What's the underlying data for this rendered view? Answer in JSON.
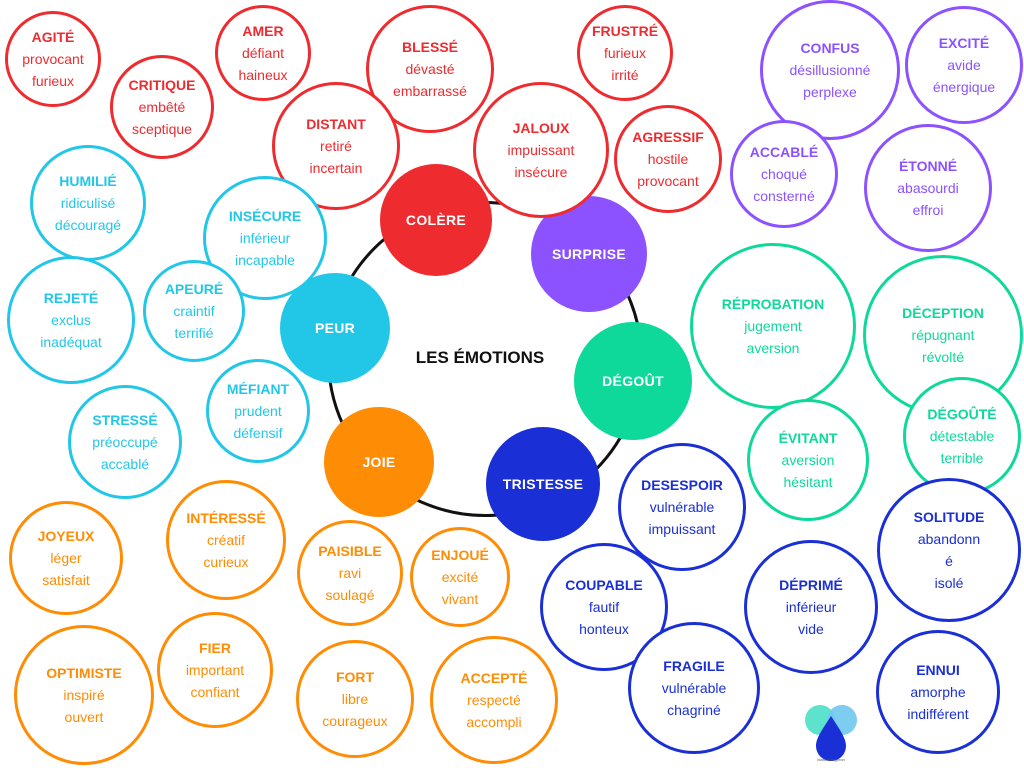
{
  "title": "LES ÉMOTIONS",
  "colors": {
    "colere": "#ee2b2f",
    "surprise": "#8c52ff",
    "degout": "#0ed99a",
    "tristesse": "#1a2fd6",
    "joie": "#ff8c05",
    "peur": "#22c7e8"
  },
  "core": {
    "colere": "COLÈRE",
    "surprise": "SURPRISE",
    "degout": "DÉGOÛT",
    "tristesse": "TRISTESSE",
    "joie": "JOIE",
    "peur": "PEUR"
  },
  "bubbles": [
    {
      "group": "colere",
      "title": "AGITÉ",
      "lines": [
        "provocant",
        "furieux"
      ]
    },
    {
      "group": "colere",
      "title": "AMER",
      "lines": [
        "défiant",
        "haineux"
      ]
    },
    {
      "group": "colere",
      "title": "BLESSÉ",
      "lines": [
        "dévasté",
        "embarrassé"
      ]
    },
    {
      "group": "colere",
      "title": "FRUSTRÉ",
      "lines": [
        "furieux",
        "irrité"
      ]
    },
    {
      "group": "colere",
      "title": "CRITIQUE",
      "lines": [
        "embêté",
        "sceptique"
      ]
    },
    {
      "group": "colere",
      "title": "DISTANT",
      "lines": [
        "retiré",
        "incertain"
      ]
    },
    {
      "group": "colere",
      "title": "JALOUX",
      "lines": [
        "impuissant",
        "insécure"
      ]
    },
    {
      "group": "colere",
      "title": "AGRESSIF",
      "lines": [
        "hostile",
        "provocant"
      ]
    },
    {
      "group": "surprise",
      "title": "CONFUS",
      "lines": [
        "désillusionné",
        "perplexe"
      ]
    },
    {
      "group": "surprise",
      "title": "EXCITÉ",
      "lines": [
        "avide",
        "énergique"
      ]
    },
    {
      "group": "surprise",
      "title": "ACCABLÉ",
      "lines": [
        "choqué",
        "consterné"
      ]
    },
    {
      "group": "surprise",
      "title": "ÉTONNÉ",
      "lines": [
        "abasourdi",
        "effroi"
      ]
    },
    {
      "group": "degout",
      "title": "RÉPROBATION",
      "lines": [
        "jugement",
        "aversion"
      ]
    },
    {
      "group": "degout",
      "title": "DÉCEPTION",
      "lines": [
        "répugnant",
        "révolté"
      ]
    },
    {
      "group": "degout",
      "title": "DÉGOÛTÉ",
      "lines": [
        "détestable",
        "terrible"
      ]
    },
    {
      "group": "degout",
      "title": "ÉVITANT",
      "lines": [
        "aversion",
        "hésitant"
      ]
    },
    {
      "group": "tristesse",
      "title": "DESESPOIR",
      "lines": [
        "vulnérable",
        "impuissant"
      ]
    },
    {
      "group": "tristesse",
      "title": "SOLITUDE",
      "lines": [
        "abandonn",
        "é",
        "isolé"
      ]
    },
    {
      "group": "tristesse",
      "title": "COUPABLE",
      "lines": [
        "fautif",
        "honteux"
      ]
    },
    {
      "group": "tristesse",
      "title": "DÉPRIMÉ",
      "lines": [
        "inférieur",
        "vide"
      ]
    },
    {
      "group": "tristesse",
      "title": "FRAGILE",
      "lines": [
        "vulnérable",
        "chagriné"
      ]
    },
    {
      "group": "tristesse",
      "title": "ENNUI",
      "lines": [
        "amorphe",
        "indifférent"
      ]
    },
    {
      "group": "peur",
      "title": "HUMILIÉ",
      "lines": [
        "ridiculisé",
        "découragé"
      ]
    },
    {
      "group": "peur",
      "title": "INSÉCURE",
      "lines": [
        "inférieur",
        "incapable"
      ]
    },
    {
      "group": "peur",
      "title": "REJETÉ",
      "lines": [
        "exclus",
        "inadéquat"
      ]
    },
    {
      "group": "peur",
      "title": "APEURÉ",
      "lines": [
        "craintif",
        "terrifié"
      ]
    },
    {
      "group": "peur",
      "title": "MÉFIANT",
      "lines": [
        "prudent",
        "défensif"
      ]
    },
    {
      "group": "peur",
      "title": "STRESSÉ",
      "lines": [
        "préoccupé",
        "accablé"
      ]
    },
    {
      "group": "joie",
      "title": "JOYEUX",
      "lines": [
        "léger",
        "satisfait"
      ]
    },
    {
      "group": "joie",
      "title": "INTÉRESSÉ",
      "lines": [
        "créatif",
        "curieux"
      ]
    },
    {
      "group": "joie",
      "title": "PAISIBLE",
      "lines": [
        "ravi",
        "soulagé"
      ]
    },
    {
      "group": "joie",
      "title": "ENJOUÉ",
      "lines": [
        "excité",
        "vivant"
      ]
    },
    {
      "group": "joie",
      "title": "OPTIMISTE",
      "lines": [
        "inspiré",
        "ouvert"
      ]
    },
    {
      "group": "joie",
      "title": "FIER",
      "lines": [
        "important",
        "confiant"
      ]
    },
    {
      "group": "joie",
      "title": "FORT",
      "lines": [
        "libre",
        "courageux"
      ]
    },
    {
      "group": "joie",
      "title": "ACCEPTÉ",
      "lines": [
        "respecté",
        "accompli"
      ]
    }
  ],
  "logo": {
    "icon": "heart-drop-icon",
    "caption": "Marie Bergeron"
  }
}
